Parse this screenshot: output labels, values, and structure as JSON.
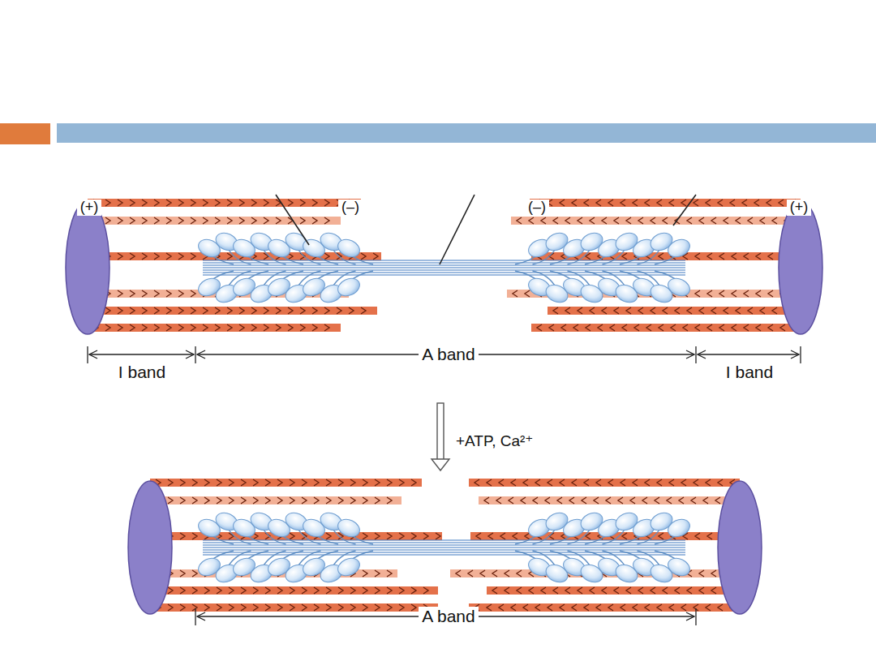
{
  "diagram": {
    "labels": [
      "(+)",
      "(–)",
      "(–)",
      "(+)",
      "I band",
      "A band",
      "I band",
      "+ATP, Ca²⁺",
      "A band"
    ]
  }
}
